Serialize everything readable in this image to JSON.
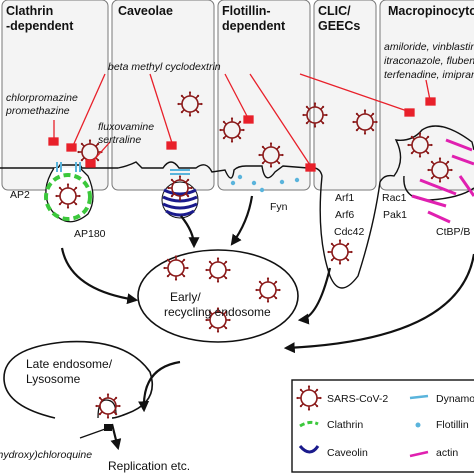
{
  "pathways": [
    {
      "title1": "Clathrin",
      "title2": "-dependent"
    },
    {
      "title1": "Caveolae",
      "title2": ""
    },
    {
      "title1": "Flotillin-",
      "title2": "dependent"
    },
    {
      "title1": "CLIC/",
      "title2": "GEECs"
    },
    {
      "title1": "Macropinocyto-",
      "title2": ""
    }
  ],
  "inhibitors": {
    "beta": "beta methyl cyclodextrin",
    "chlor1": "chlorpromazine",
    "chlor2": "promethazine",
    "flux1": "fluxovamine",
    "flux2": "sertraline",
    "macro": [
      "amiloride, vinblastine,",
      "itraconazole, flubendazo",
      "terfenadine, imipramine"
    ],
    "hcq": "(hydroxy)chloroquine"
  },
  "proteins": {
    "ap2": "AP2",
    "ap180": "AP180",
    "fyn": "Fyn",
    "arf1": "Arf1",
    "arf6": "Arf6",
    "cdc42": "Cdc42",
    "rac1": "Rac1",
    "pak1": "Pak1",
    "ctbp": "CtBP/B"
  },
  "compartments": {
    "early1": "Early/",
    "early2": "recycling endosome",
    "late1": "Late endosome/",
    "late2": "Lysosome",
    "replication": "Replication etc."
  },
  "legend": {
    "sars": "SARS-CoV-2",
    "clathrin": "Clathrin",
    "caveolin": "Caveolin",
    "dynamin": "Dynamo",
    "flotillin": "Flotillin",
    "actin": "actin"
  },
  "colors": {
    "inhibitor": "#e8202a",
    "virus": "#8b1a1a",
    "clathrin": "#3cc83c",
    "caveolin": "#1a1a8c",
    "dynamin": "#5ab4dc",
    "actin": "#e020b0"
  }
}
